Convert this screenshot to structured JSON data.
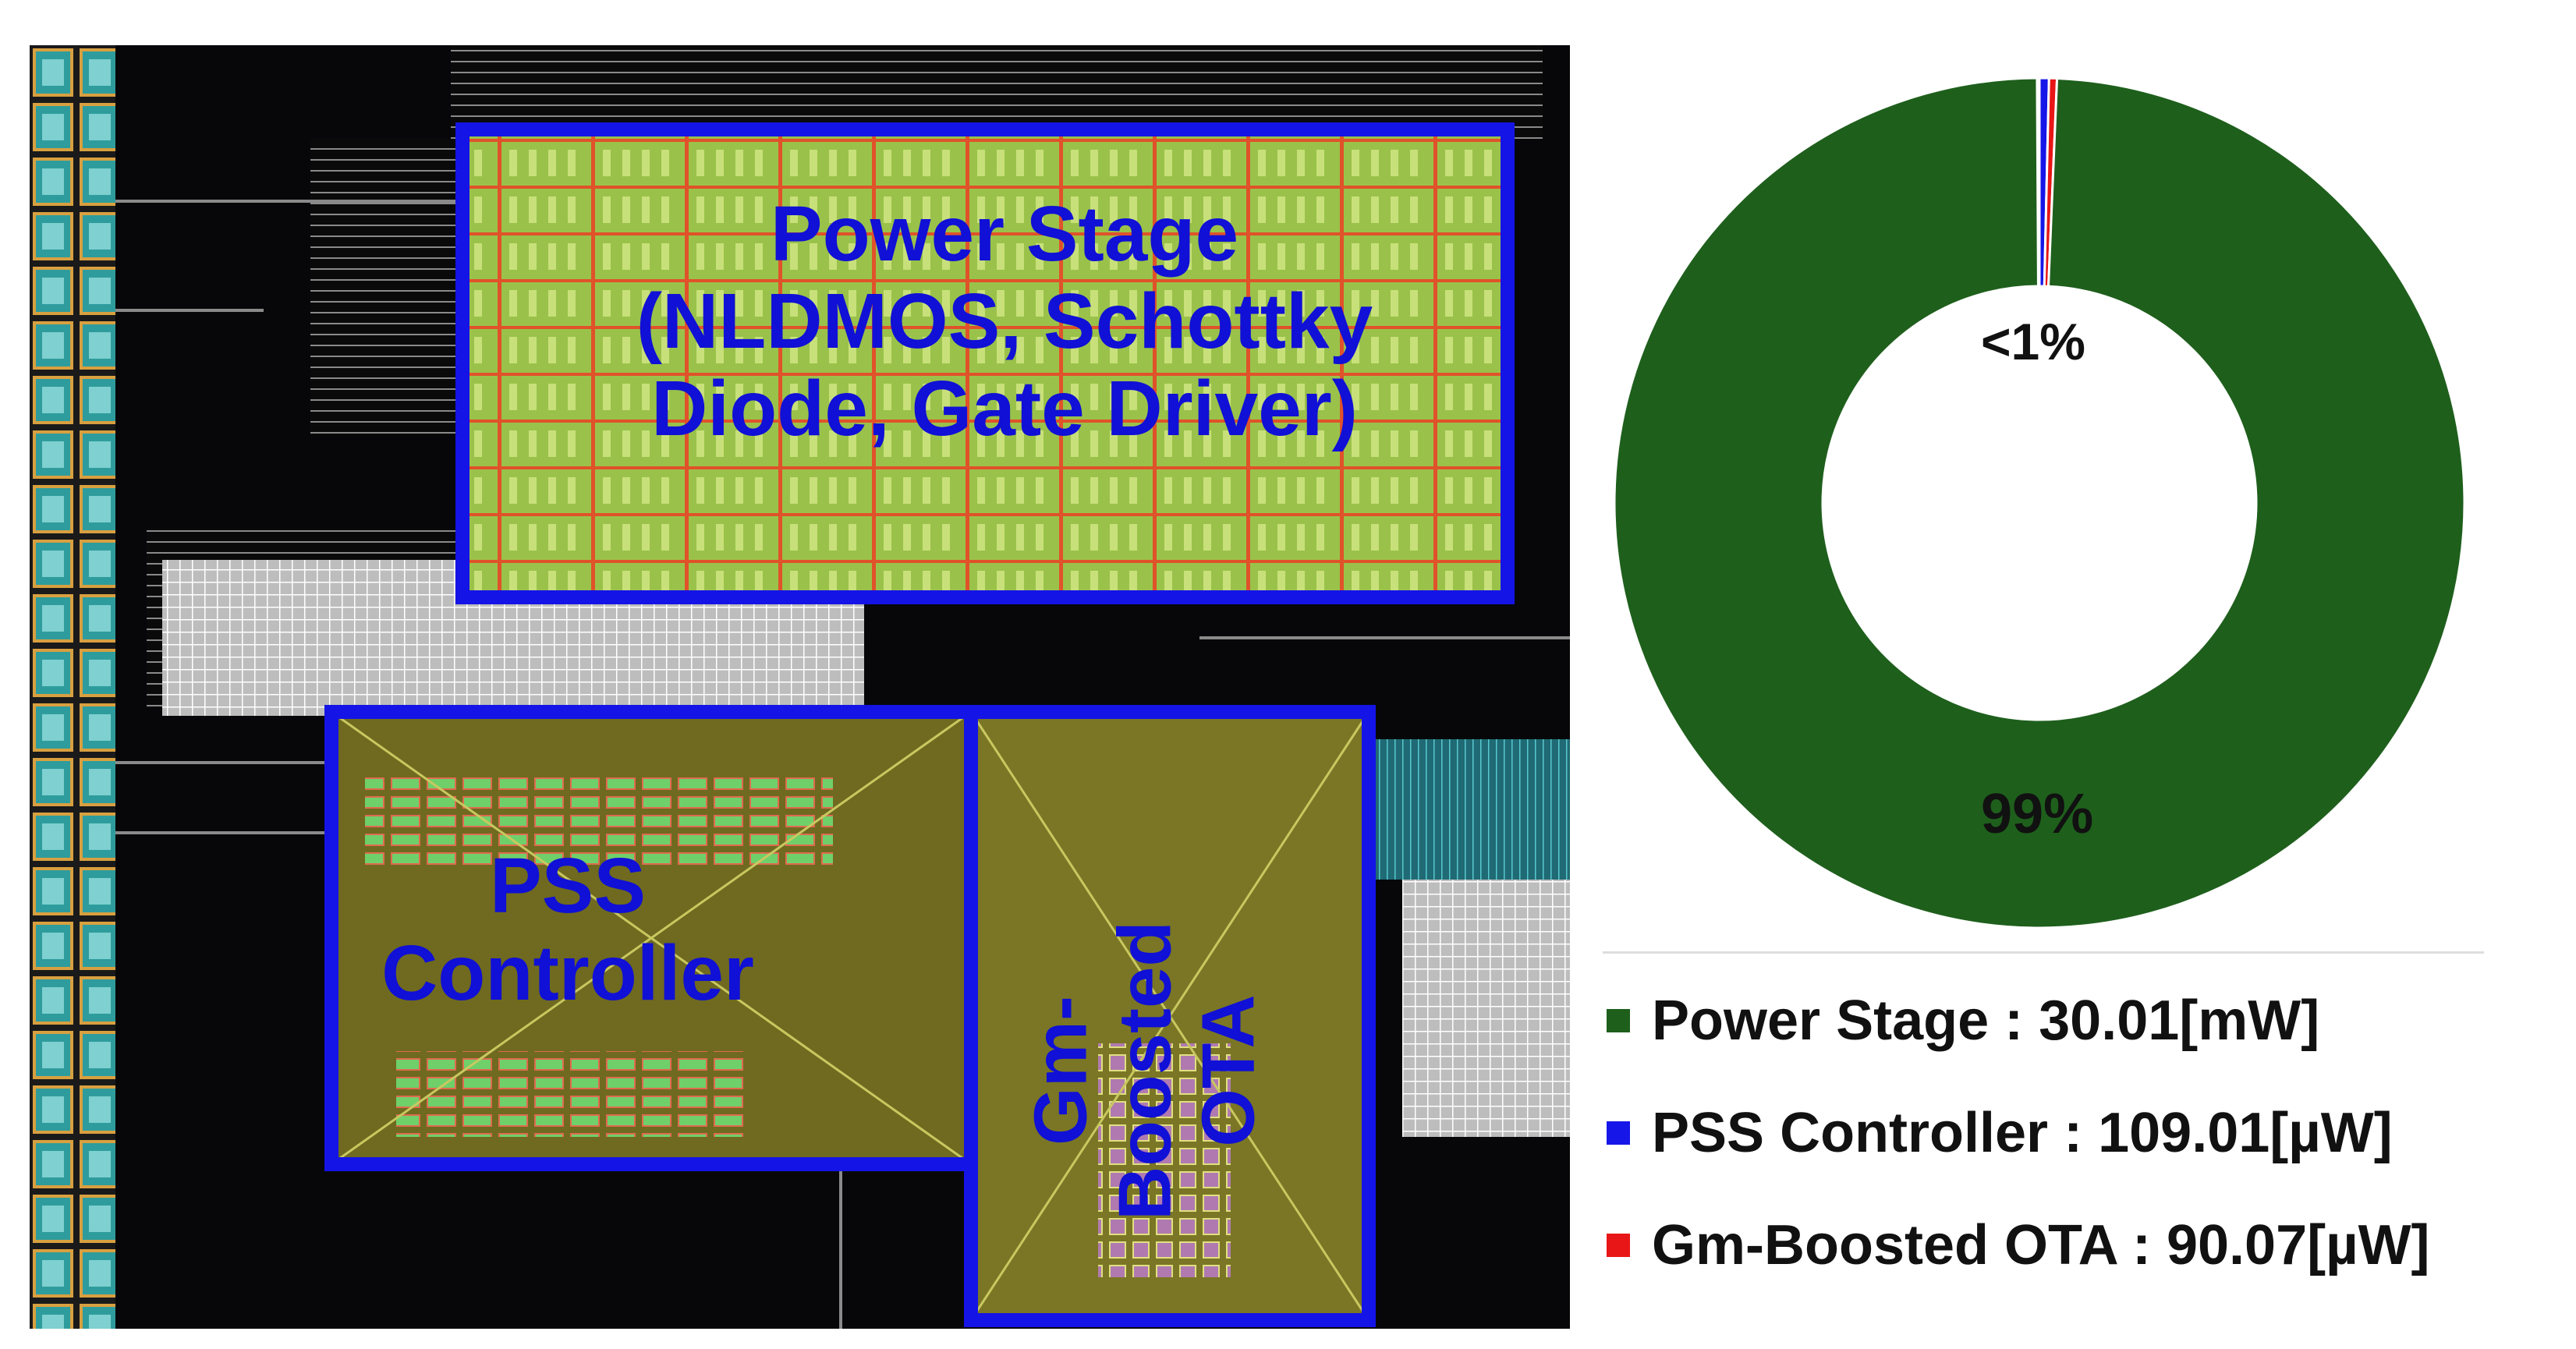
{
  "layout_figure": {
    "blocks": [
      {
        "id": "power",
        "lines": [
          "Power Stage",
          "(NLDMOS, Schottky",
          "Diode, Gate Driver)"
        ]
      },
      {
        "id": "pss",
        "lines": [
          "PSS",
          "Controller"
        ]
      },
      {
        "id": "ota",
        "lines": [
          "Gm-",
          "Boosted",
          "OTA"
        ]
      }
    ],
    "colors": {
      "outline": "#1414e6",
      "label": "#1010d6",
      "power_fill": "#9ac24a",
      "pss_fill": "#6f6a1f",
      "ota_fill": "#7a7625",
      "background": "#07070a"
    }
  },
  "chart_data": {
    "type": "pie",
    "donut": true,
    "slices": [
      {
        "label": "Power Stage",
        "value": 30.01,
        "unit": "mW",
        "legend": "Power Stage : 30.01[mW]",
        "color": "#1e5f1c"
      },
      {
        "label": "PSS Controller",
        "value": 109.01,
        "unit": "µW",
        "legend": "PSS Controller : 109.01[µW]",
        "color": "#1616e8"
      },
      {
        "label": "Gm-Boosted OTA",
        "value": 90.07,
        "unit": "µW",
        "legend": "Gm-Boosted OTA : 90.07[µW]",
        "color": "#e81616"
      }
    ],
    "slice_fractions": [
      0.9925,
      0.0036,
      0.003
    ],
    "annotations": {
      "large": "99%",
      "small": "<1%"
    },
    "legend_position": "bottom"
  }
}
